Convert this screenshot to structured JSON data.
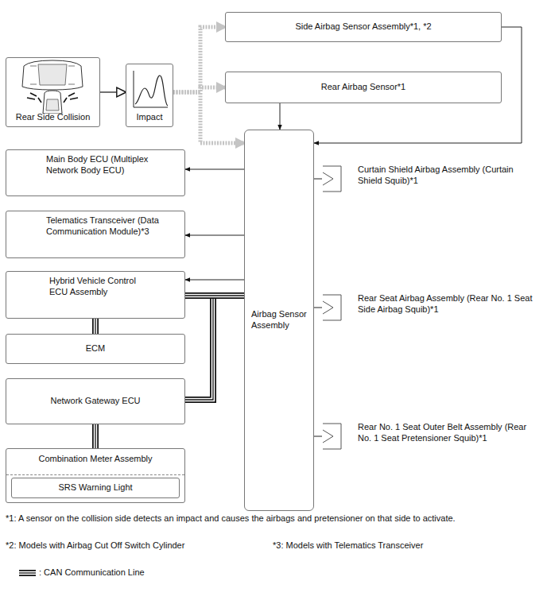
{
  "diagram": {
    "nodes": [
      {
        "text": [
          "Side Airbag Sensor Assembly*1, *2"
        ]
      },
      {
        "text": [
          "Rear Side Collision"
        ]
      },
      {
        "text": [
          "Impact"
        ]
      },
      {
        "text": [
          "Rear Airbag Sensor*1"
        ]
      },
      {
        "text": [
          "Airbag Sensor Assembly"
        ]
      },
      {
        "text": [
          "Main Body ECU (Multiplex Network Body ECU)"
        ]
      },
      {
        "text": [
          "Curtain Shield Airbag Assembly (Curtain Shield Squib)*1"
        ]
      },
      {
        "text": [
          "Telematics Transceiver (Data Communication Module)*3"
        ]
      },
      {
        "text": [
          "Hybrid Vehicle Control ECU Assembly"
        ]
      },
      {
        "text": [
          "Rear Seat Airbag Assembly (Rear No. 1 Seat Side Airbag Squib)*1"
        ]
      },
      {
        "text": [
          "ECM"
        ]
      },
      {
        "text": [
          "Network Gateway ECU"
        ]
      },
      {
        "text": [
          "Rear No. 1 Seat Outer Belt Assembly (Rear No. 1 Seat Pretensioner Squib)*1"
        ]
      },
      {
        "text": [
          "Combination Meter Assembly"
        ]
      },
      {
        "text": [
          "SRS Warning Light"
        ],
        "in": 13
      }
    ],
    "edges": [
      {
        "from": 1,
        "to": 2,
        "arrow": "to"
      },
      {
        "from": 2,
        "to": 0,
        "arrow": "to"
      },
      {
        "from": 2,
        "to": 3,
        "arrow": "to"
      },
      {
        "from": 2,
        "to": 4,
        "arrow": "to"
      },
      {
        "from": 3,
        "to": 4,
        "arrow": "to"
      },
      {
        "from": 0,
        "to": 4,
        "arrow": "to"
      },
      {
        "from": 4,
        "to": 5,
        "arrow": "to"
      },
      {
        "from": 4,
        "to": 6,
        "arrow": "none"
      },
      {
        "from": 4,
        "to": 7,
        "arrow": "to"
      },
      {
        "from": 4,
        "to": 8,
        "arrow": "to"
      },
      {
        "from": 4,
        "to": 11,
        "arrow": "none"
      },
      {
        "from": 4,
        "to": 8,
        "arrow": "none"
      },
      {
        "from": 4,
        "to": 9,
        "arrow": "none"
      },
      {
        "from": 8,
        "to": 10,
        "arrow": "none"
      },
      {
        "from": 11,
        "to": 13,
        "arrow": "none"
      },
      {
        "from": 4,
        "to": 12,
        "arrow": "none"
      }
    ],
    "labels": [
      "*1: A sensor on the collision side detects an impact and causes the airbags and pretensioner on that side to activate.",
      "*2: Models with Airbag Cut Off Switch Cylinder",
      "*3: Models with Telematics Transceiver"
    ],
    "legend": [
      {
        "text": ": CAN Communication Line"
      }
    ]
  }
}
